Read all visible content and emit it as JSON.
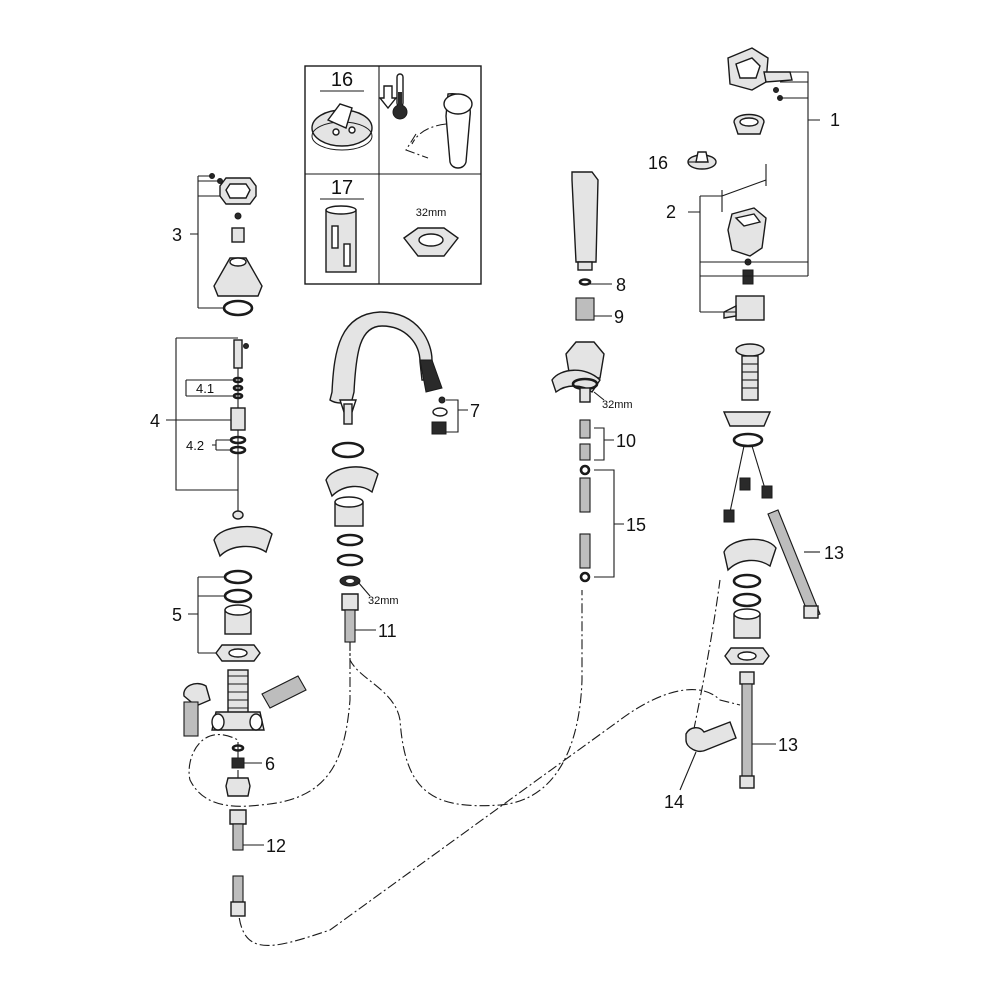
{
  "diagram": {
    "labels": {
      "p1": "1",
      "p2": "2",
      "p3": "3",
      "p4": "4",
      "p4_1": "4.1",
      "p4_2": "4.2",
      "p5": "5",
      "p6": "6",
      "p7": "7",
      "p8": "8",
      "p9": "9",
      "p10": "10",
      "p11": "11",
      "p12": "12",
      "p13a": "13",
      "p13b": "13",
      "p14": "14",
      "p15": "15",
      "p16": "16"
    },
    "box": {
      "cell16": "16",
      "cell17": "17",
      "wrench_size": "32mm"
    },
    "dim_spout": "32mm",
    "dim_handshower": "32mm"
  }
}
